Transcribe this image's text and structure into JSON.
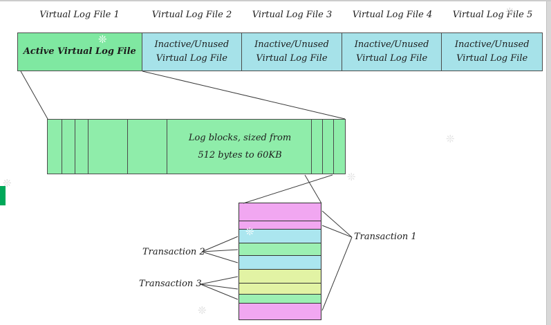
{
  "diagram": {
    "vlf_labels": [
      "Virtual Log File 1",
      "Virtual Log File 2",
      "Virtual Log File 3",
      "Virtual Log File 4",
      "Virtual Log File 5"
    ],
    "vlf_cells": [
      {
        "line1": "Active Virtual Log File",
        "line2": "",
        "state": "active",
        "color": "#7fe8a1"
      },
      {
        "line1": "Inactive/Unused",
        "line2": "Virtual Log File",
        "state": "inactive",
        "color": "#a6e2e9"
      },
      {
        "line1": "Inactive/Unused",
        "line2": "Virtual Log File",
        "state": "inactive",
        "color": "#a6e2e9"
      },
      {
        "line1": "Inactive/Unused",
        "line2": "Virtual Log File",
        "state": "inactive",
        "color": "#a6e2e9"
      },
      {
        "line1": "Inactive/Unused",
        "line2": "Virtual Log File",
        "state": "inactive",
        "color": "#a6e2e9"
      }
    ],
    "log_block_bar": {
      "line1": "Log blocks, sized from",
      "line2": "512 bytes to 60KB",
      "color": "#8fedaa"
    },
    "stack_blocks": [
      {
        "color": "#f1a7f1",
        "transaction": "Transaction 1"
      },
      {
        "color": "#f1a7f1",
        "transaction": "Transaction 1"
      },
      {
        "color": "#abe6ef",
        "transaction": "Transaction 2"
      },
      {
        "color": "#9cf0b2",
        "transaction": "Transaction 2"
      },
      {
        "color": "#abe6ef",
        "transaction": "Transaction 2"
      },
      {
        "color": "#e2f3a4",
        "transaction": "Transaction 3"
      },
      {
        "color": "#e2f3a4",
        "transaction": "Transaction 3"
      },
      {
        "color": "#9cf0b2",
        "transaction": "Transaction 3"
      },
      {
        "color": "#f1a7f1",
        "transaction": "Transaction 1"
      }
    ],
    "transactions": [
      {
        "label": "Transaction 1"
      },
      {
        "label": "Transaction 2"
      },
      {
        "label": "Transaction 3"
      }
    ],
    "decor": {
      "sparkle": "❊"
    }
  }
}
